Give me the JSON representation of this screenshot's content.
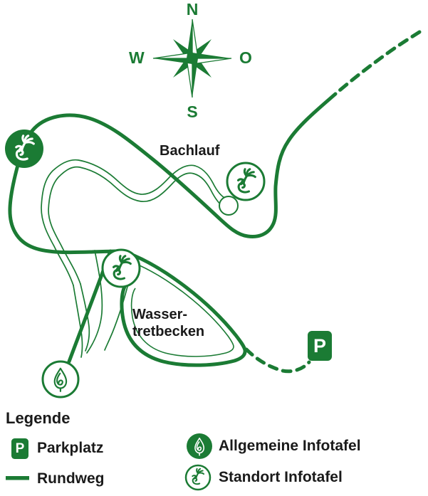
{
  "colors": {
    "green": "#1b7b34",
    "text_black": "#1a1a1a",
    "background": "#ffffff"
  },
  "compass": {
    "north": "N",
    "east": "O",
    "south": "S",
    "west": "W"
  },
  "map": {
    "stream_label": "Bachlauf",
    "basin_label_line1": "Wasser-",
    "basin_label_line2": "tretbecken"
  },
  "icons": {
    "parking_letter": "P",
    "compass": "compass-rose-icon",
    "site_infoboard": "salamander-circle-icon",
    "general_infoboard": "leaf-drop-circle-icon",
    "trail": "thick-green-line",
    "trail_planned": "dashed-green-line"
  },
  "legend": {
    "title": "Legende",
    "items": [
      {
        "label": "Parkplatz"
      },
      {
        "label": "Rundweg"
      },
      {
        "label": "Allgemeine Infotafel"
      },
      {
        "label": "Standort Infotafel"
      }
    ]
  }
}
